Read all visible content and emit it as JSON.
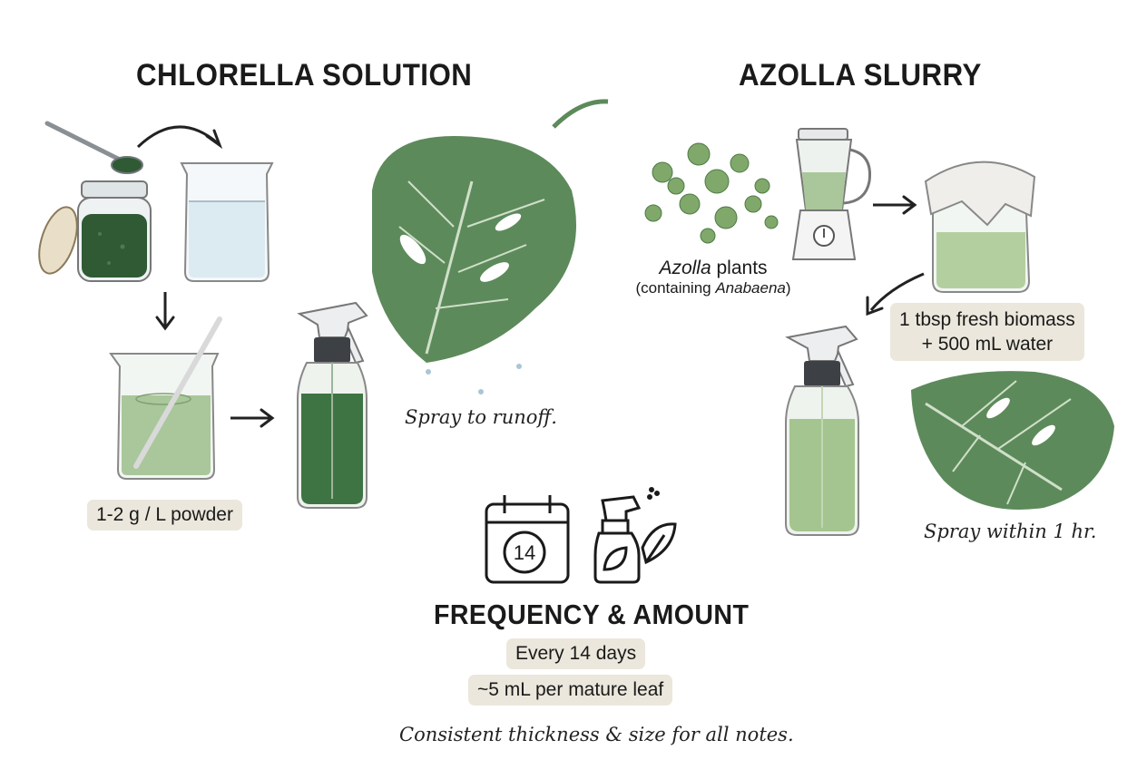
{
  "chlorella": {
    "title": "CHLORELLA SOLUTION",
    "dose_label": "1-2 g / L powder",
    "spray_note": "Spray to runoff."
  },
  "azolla": {
    "title": "AZOLLA SLURRY",
    "plants_label_em": "Azolla",
    "plants_label_rest": " plants",
    "plants_sub_pre": "(containing ",
    "plants_sub_em": "Anabaena",
    "plants_sub_post": ")",
    "mix_line1": "1 tbsp fresh biomass",
    "mix_line2": "+ 500 mL water",
    "spray_note": "Spray within 1 hr."
  },
  "frequency": {
    "calendar_number": "14",
    "title": "FREQUENCY & AMOUNT",
    "interval": "Every 14 days",
    "amount": "~5 mL per mature leaf"
  },
  "footer_note": "Consistent thickness & size for all notes.",
  "colors": {
    "leaf_green": "#5d8a5b",
    "dark_green": "#2f5a34",
    "liquid_green": "#9fc08e",
    "water_blue": "#dcebf2",
    "pill_bg": "#ebe7dc"
  }
}
